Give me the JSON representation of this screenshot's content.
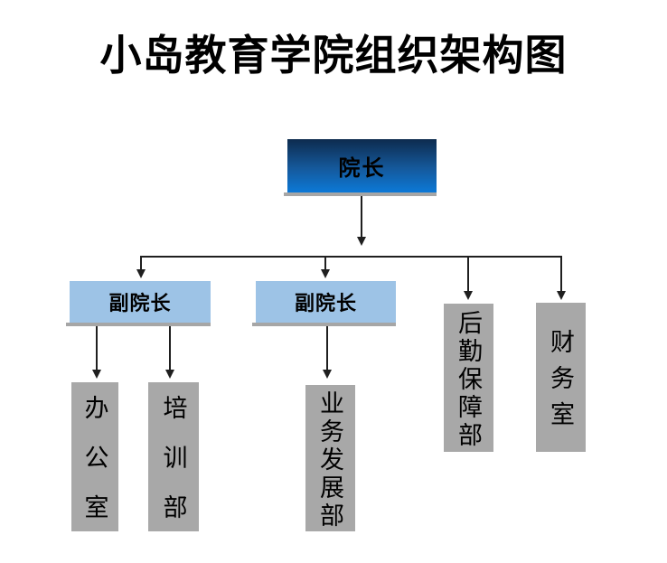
{
  "title": "小岛教育学院组织架构图",
  "nodes": {
    "dean": {
      "label": "院长"
    },
    "vice1": {
      "label": "副院长"
    },
    "vice2": {
      "label": "副院长"
    },
    "logistics": {
      "label": "后勤保障部"
    },
    "finance": {
      "label": "财务室"
    },
    "office": {
      "label": "办公室"
    },
    "training": {
      "label": "培训部"
    },
    "bizdev": {
      "label": "业务发展部"
    }
  },
  "edges": [
    {
      "from": "dean",
      "to": "vice1"
    },
    {
      "from": "dean",
      "to": "vice2"
    },
    {
      "from": "dean",
      "to": "logistics"
    },
    {
      "from": "dean",
      "to": "finance"
    },
    {
      "from": "vice1",
      "to": "office"
    },
    {
      "from": "vice1",
      "to": "training"
    },
    {
      "from": "vice2",
      "to": "bizdev"
    }
  ],
  "colors": {
    "background": "#ffffff",
    "title_color": "#000000",
    "dean_gradient_top": "#0d2b4e",
    "dean_gradient_bottom": "#0c79d7",
    "vice_fill": "#9dc3e6",
    "dept_fill": "#a8a8a8",
    "box_shadow": "#a6a6a6",
    "connector": "#1f1f1f"
  }
}
